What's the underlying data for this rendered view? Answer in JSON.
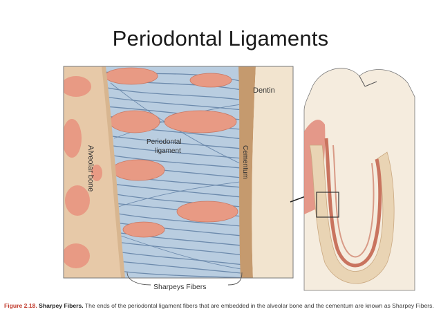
{
  "slide": {
    "title": "Periodontal Ligaments"
  },
  "figure": {
    "labels": {
      "dentin": "Dentin",
      "alveolar_bone": "Alveolar bone",
      "periodontal_ligament_line1": "Periodontal",
      "periodontal_ligament_line2": "ligament",
      "cementum": "Cementum",
      "sharpeys_fibers": "Sharpeys Fibers"
    },
    "caption": {
      "number": "Figure 2.18.",
      "name": "Sharpey Fibers.",
      "text": "The ends of the periodontal ligament fibers that are embedded in the alveolar bone and the cementum are known as Sharpey Fibers."
    }
  },
  "colors": {
    "bone": "#e7c9a8",
    "bone_cells": "#e89a84",
    "ligament": "#b9cde0",
    "fiber": "#5f7ea3",
    "cementum": "#c59a6e",
    "dentin": "#f2e4cf",
    "caption_accent": "#c0392b"
  }
}
